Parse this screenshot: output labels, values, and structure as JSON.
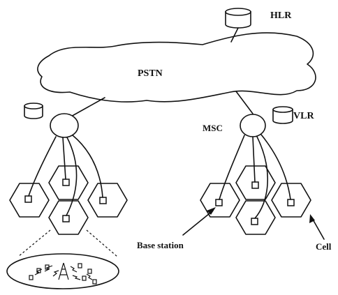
{
  "labels": {
    "hlr": "HLR",
    "pstn": "PSTN",
    "msc": "MSC",
    "vlr": "VLR",
    "base_station": "Base station",
    "cell": "Cell"
  }
}
